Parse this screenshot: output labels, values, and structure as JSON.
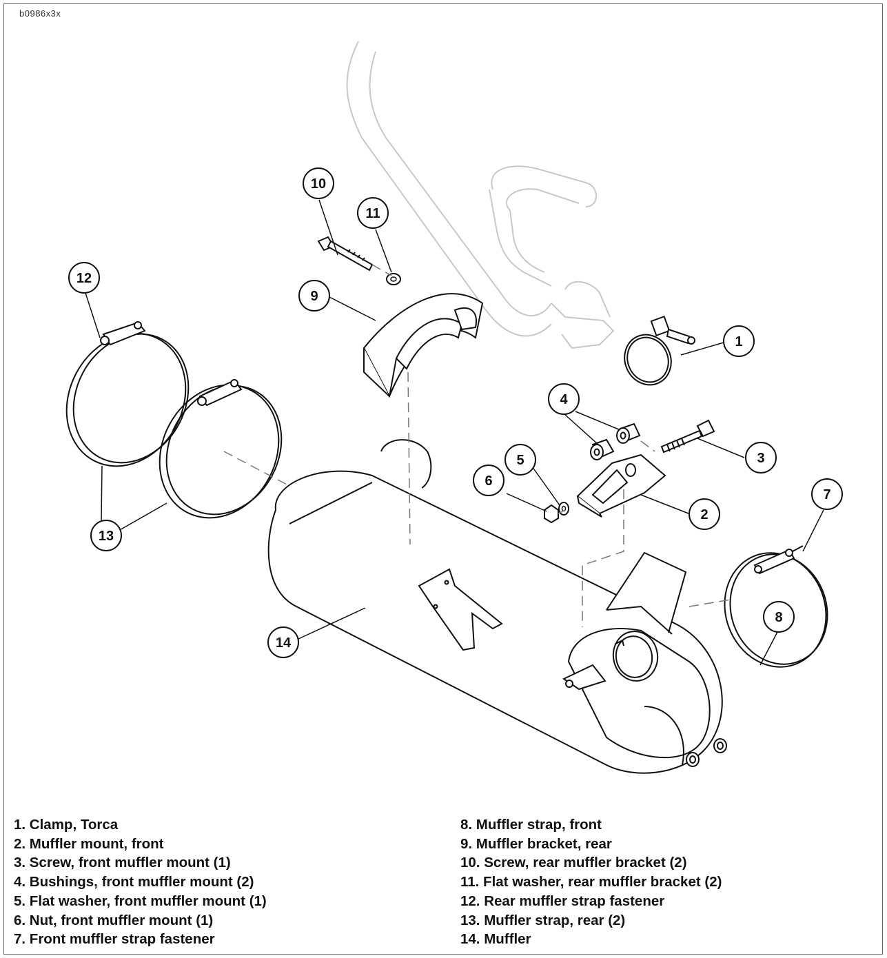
{
  "figure_code": "b0986x3x",
  "callouts": [
    "1",
    "2",
    "3",
    "4",
    "5",
    "6",
    "7",
    "8",
    "9",
    "10",
    "11",
    "12",
    "13",
    "14"
  ],
  "legend": {
    "left": [
      "1. Clamp, Torca",
      "2. Muffler mount, front",
      "3. Screw, front muffler mount (1)",
      "4. Bushings, front muffler mount (2)",
      "5. Flat washer, front muffler mount (1)",
      "6. Nut, front muffler mount (1)",
      "7. Front muffler strap fastener"
    ],
    "right": [
      "8. Muffler strap, front",
      "9. Muffler bracket, rear",
      "10. Screw, rear muffler bracket (2)",
      "11. Flat washer, rear muffler bracket (2)",
      "12. Rear muffler strap fastener",
      "13. Muffler strap, rear (2)",
      "14. Muffler"
    ]
  }
}
